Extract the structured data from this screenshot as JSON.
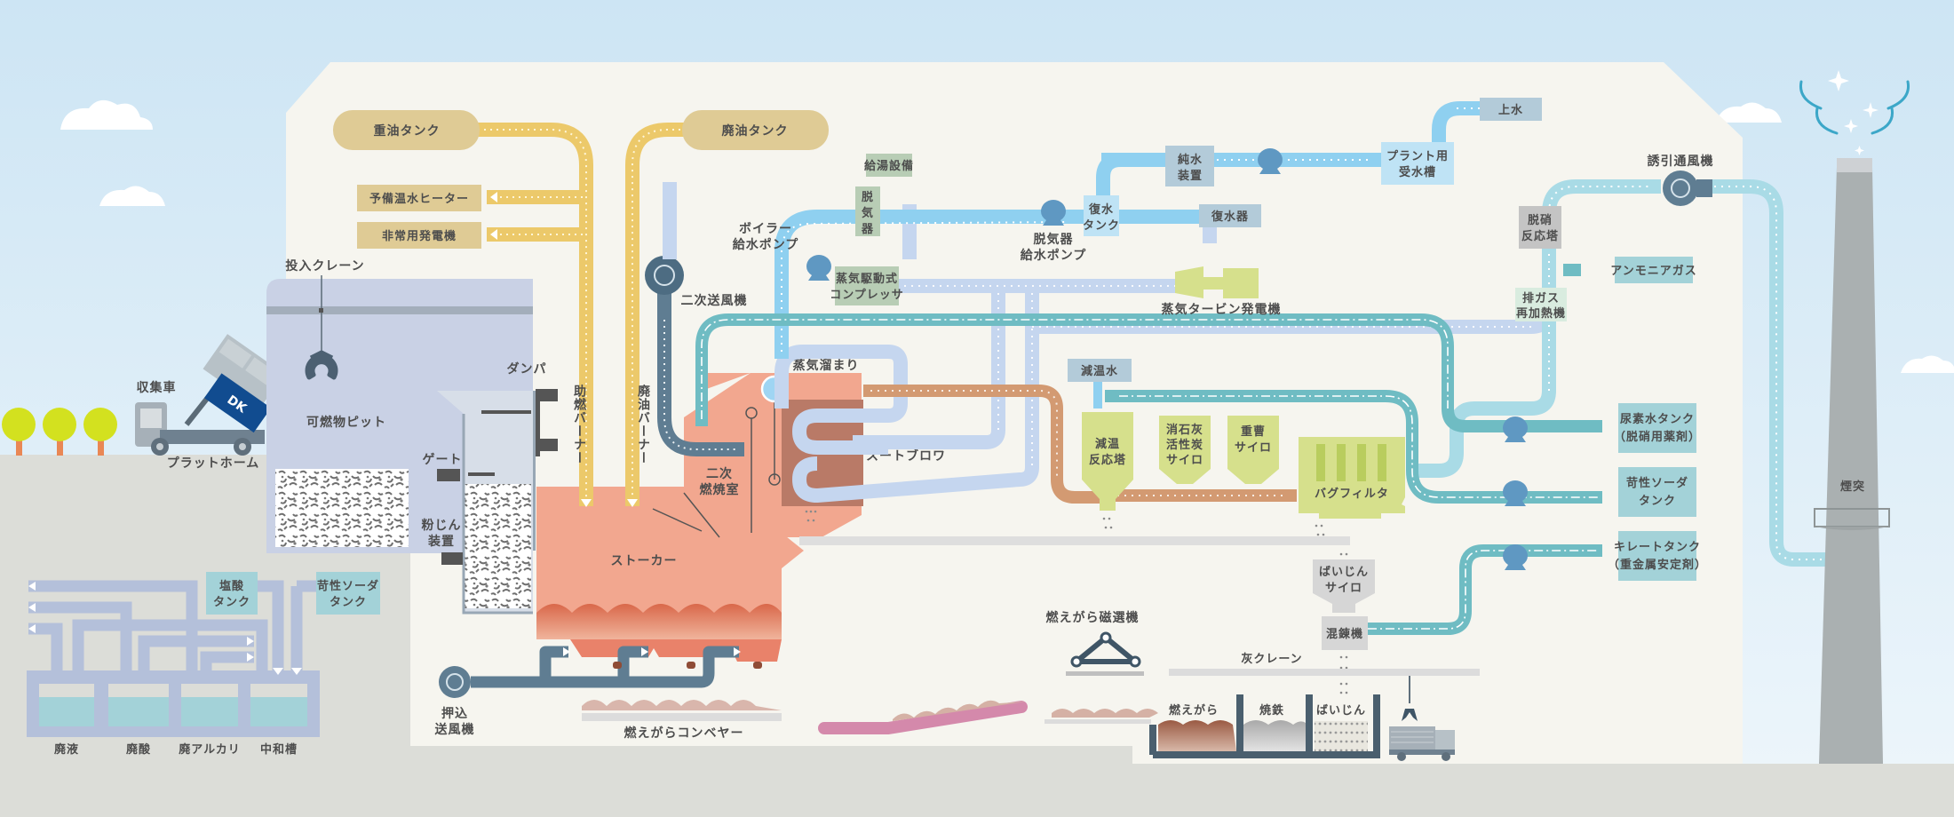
{
  "title": "ごみ焼却施設 処理フロー図",
  "colors": {
    "sky": "#d3e8f5",
    "building": "#f6f5ef",
    "ground": "#dcddd8",
    "oil_pipe": "#ecc96a",
    "oil_tank": "#dfcb95",
    "water_pipe": "#8fd0f0",
    "steam_pipe": "#c5d6ef",
    "gas_pipe": "#6fbcc3",
    "flue_pipe": "#a9dbe6",
    "air_pipe": "#5f7d92",
    "ash_pipe": "#d39a72",
    "furnace": "#f2a78f",
    "silo_green": "#d6e08c",
    "chem_tank": "#a3d2d8",
    "pit": "#c9d1e5",
    "pump": "#5f98c2",
    "chimney": "#aab0b1",
    "conveyor_pink": "#d489ab"
  },
  "outside": {
    "collection_truck": "収集車",
    "platform": "プラットホーム",
    "truck_badge": "DK",
    "chimney": "煙突"
  },
  "refuse": {
    "crane": "投入クレーン",
    "pit": "可燃物ピット",
    "damper": "ダンパ",
    "gate": "ゲート",
    "dust_device_l1": "粉じん",
    "dust_device_l2": "装置"
  },
  "oil": {
    "heavy_oil_tank": "重油タンク",
    "waste_oil_tank": "廃油タンク",
    "backup_heater": "予備温水ヒーター",
    "emergency_generator": "非常用発電機",
    "aux_burner": "助燃バーナー",
    "waste_oil_burner": "廃油バーナー"
  },
  "furnace": {
    "stoker": "ストーカー",
    "secondary_chamber_l1": "二次",
    "secondary_chamber_l2": "燃焼室",
    "secondary_fan": "二次送風機",
    "forced_fan_l1": "押込",
    "forced_fan_l2": "送風機",
    "ash_conveyor": "燃えがらコンベヤー",
    "magnetic_separator": "燃えがら磁選機"
  },
  "boiler": {
    "steam_drum": "蒸気溜まり",
    "soot_blower": "スートブロワ",
    "boiler_pump_l1": "ボイラー",
    "boiler_pump_l2": "給水ポンプ",
    "deaerator_l1": "脱",
    "deaerator_l2": "気",
    "deaerator_l3": "器",
    "hot_water": "給湯設備",
    "compressor_l1": "蒸気駆動式",
    "compressor_l2": "コンプレッサ",
    "deaerator_pump_l1": "脱気器",
    "deaerator_pump_l2": "給水ポンプ",
    "condensate_tank_l1": "復水",
    "condensate_tank_l2": "タンク",
    "condenser": "復水器",
    "pure_water_l1": "純水",
    "pure_water_l2": "装置",
    "plant_water_l1": "プラント用",
    "plant_water_l2": "受水槽",
    "city_water": "上水",
    "turbine": "蒸気タービン発電機"
  },
  "gas_treatment": {
    "cooling_water": "減温水",
    "cooling_tower_l1": "減温",
    "cooling_tower_l2": "反応塔",
    "lime_silo_l1": "消石灰",
    "lime_silo_l2": "活性炭",
    "lime_silo_l3": "サイロ",
    "soda_silo_l1": "重曹",
    "soda_silo_l2": "サイロ",
    "bag_filter": "バグフィルタ",
    "denitration_l1": "脱硝",
    "denitration_l2": "反応塔",
    "ammonia": "アンモニアガス",
    "reheater_l1": "排ガス",
    "reheater_l2": "再加熱機",
    "id_fan": "誘引通風機",
    "urea_tank_l1": "尿素水タンク",
    "urea_tank_l2": "（脱硝用薬剤）",
    "caustic_tank_l1": "苛性ソーダ",
    "caustic_tank_l2": "タンク",
    "chelate_tank_l1": "キレートタンク",
    "chelate_tank_l2": "（重金属安定剤）"
  },
  "ash": {
    "fly_ash_silo_l1": "ばいじん",
    "fly_ash_silo_l2": "サイロ",
    "kneader": "混錬機",
    "ash_crane": "灰クレーン",
    "bottom_ash": "燃えがら",
    "scrap_iron": "焼鉄",
    "fly_ash": "ばいじん"
  },
  "wastewater": {
    "hcl_tank_l1": "塩酸",
    "hcl_tank_l2": "タンク",
    "caustic_tank_l1": "苛性ソーダ",
    "caustic_tank_l2": "タンク",
    "tanks": [
      "廃液",
      "廃酸",
      "廃アルカリ",
      "中和槽"
    ]
  }
}
